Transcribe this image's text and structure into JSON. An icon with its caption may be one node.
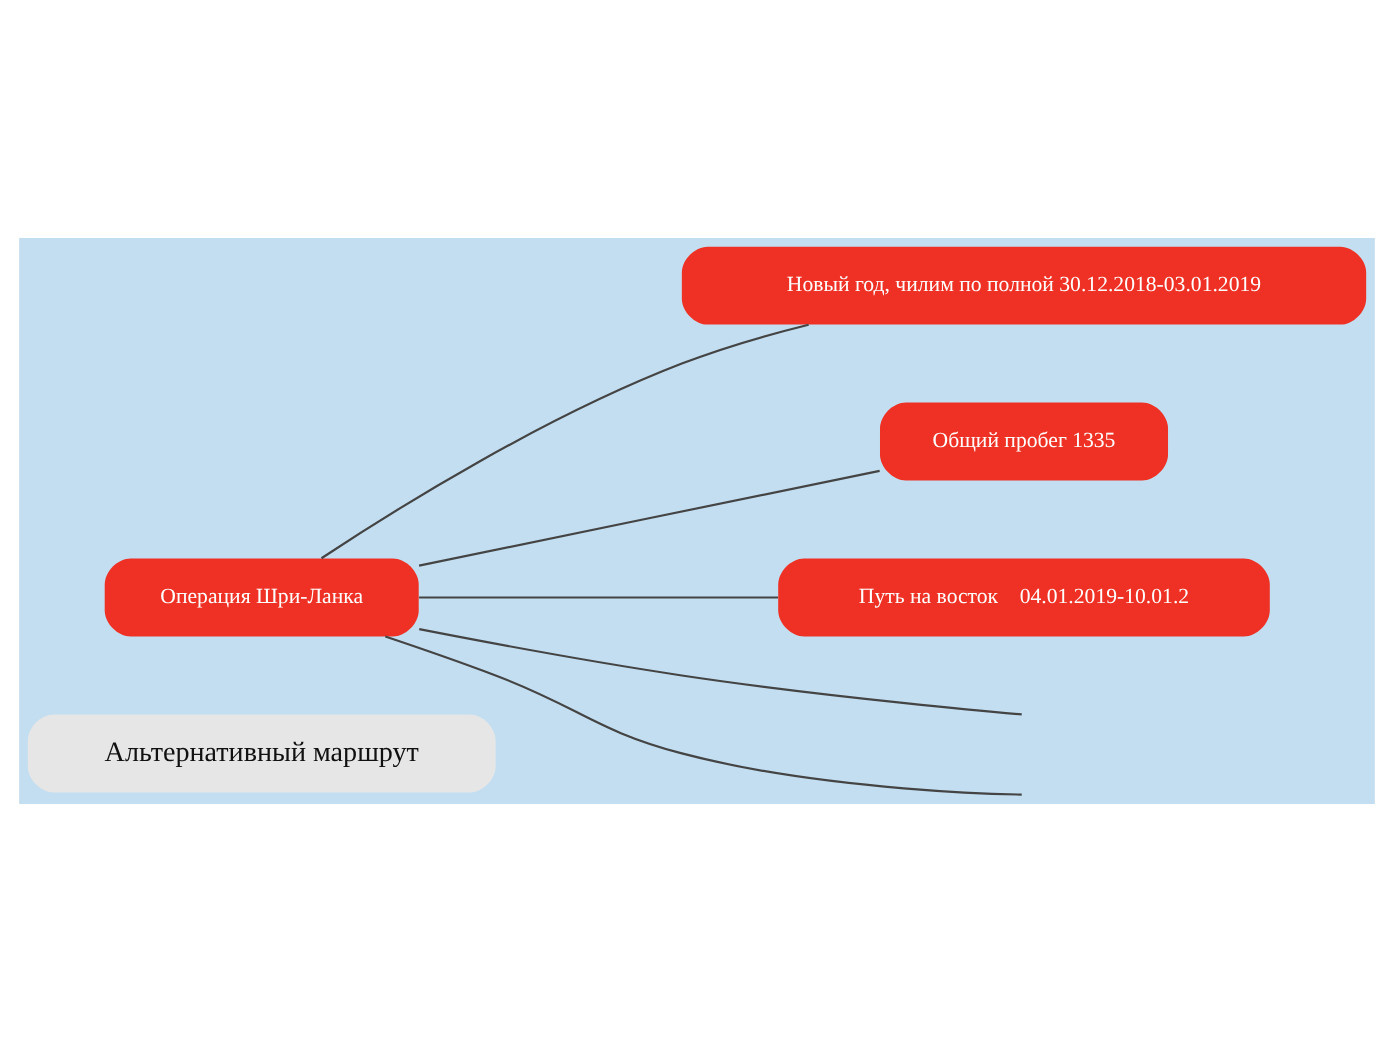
{
  "diagram": {
    "nodes": [
      {
        "text": [
          "Альтернативный маршрут"
        ]
      },
      {
        "text": [
          "Операция Шри-Ланка"
        ]
      },
      {
        "text": [
          "Новый год, чилим по полной 30.12.2018-03.01.2019"
        ]
      },
      {
        "text": [
          "Общий пробег 1335"
        ]
      },
      {
        "text": [
          "Путь на восток    04.01.2019-10.01.2"
        ]
      }
    ],
    "edges": [
      {
        "from": 1,
        "to": null,
        "arrow": "none"
      },
      {
        "from": 1,
        "to": 2,
        "arrow": "none"
      },
      {
        "from": 1,
        "to": 3,
        "arrow": "none"
      },
      {
        "from": 1,
        "to": 4,
        "arrow": "none"
      },
      {
        "from": 1,
        "to": null,
        "arrow": "none"
      }
    ]
  }
}
